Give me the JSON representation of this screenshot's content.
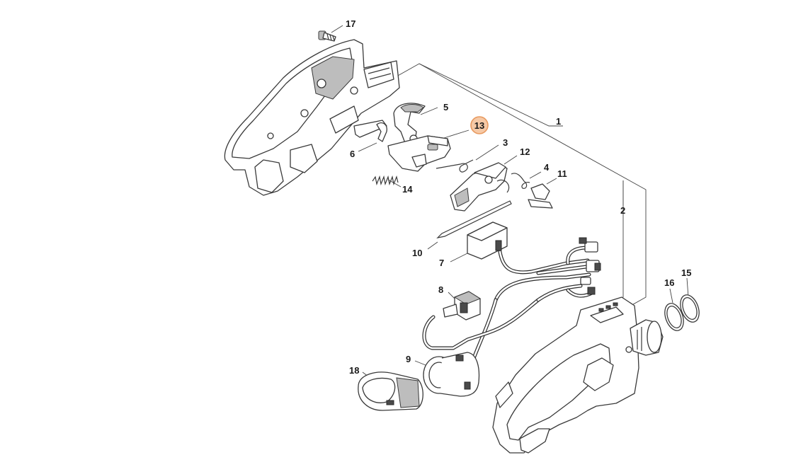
{
  "callouts": [
    {
      "id": "1",
      "label": "1"
    },
    {
      "id": "2",
      "label": "2"
    },
    {
      "id": "3",
      "label": "3"
    },
    {
      "id": "4",
      "label": "4"
    },
    {
      "id": "5",
      "label": "5"
    },
    {
      "id": "6",
      "label": "6"
    },
    {
      "id": "7",
      "label": "7"
    },
    {
      "id": "8",
      "label": "8"
    },
    {
      "id": "9",
      "label": "9"
    },
    {
      "id": "10",
      "label": "10"
    },
    {
      "id": "11",
      "label": "11"
    },
    {
      "id": "12",
      "label": "12"
    },
    {
      "id": "13",
      "label": "13",
      "highlighted": true
    },
    {
      "id": "14",
      "label": "14"
    },
    {
      "id": "15",
      "label": "15"
    },
    {
      "id": "16",
      "label": "16"
    },
    {
      "id": "17",
      "label": "17"
    },
    {
      "id": "18",
      "label": "18"
    }
  ],
  "colors": {
    "highlight_fill": "#f6c9a6",
    "highlight_stroke": "#e89a60",
    "line": "#3a3a3a"
  }
}
